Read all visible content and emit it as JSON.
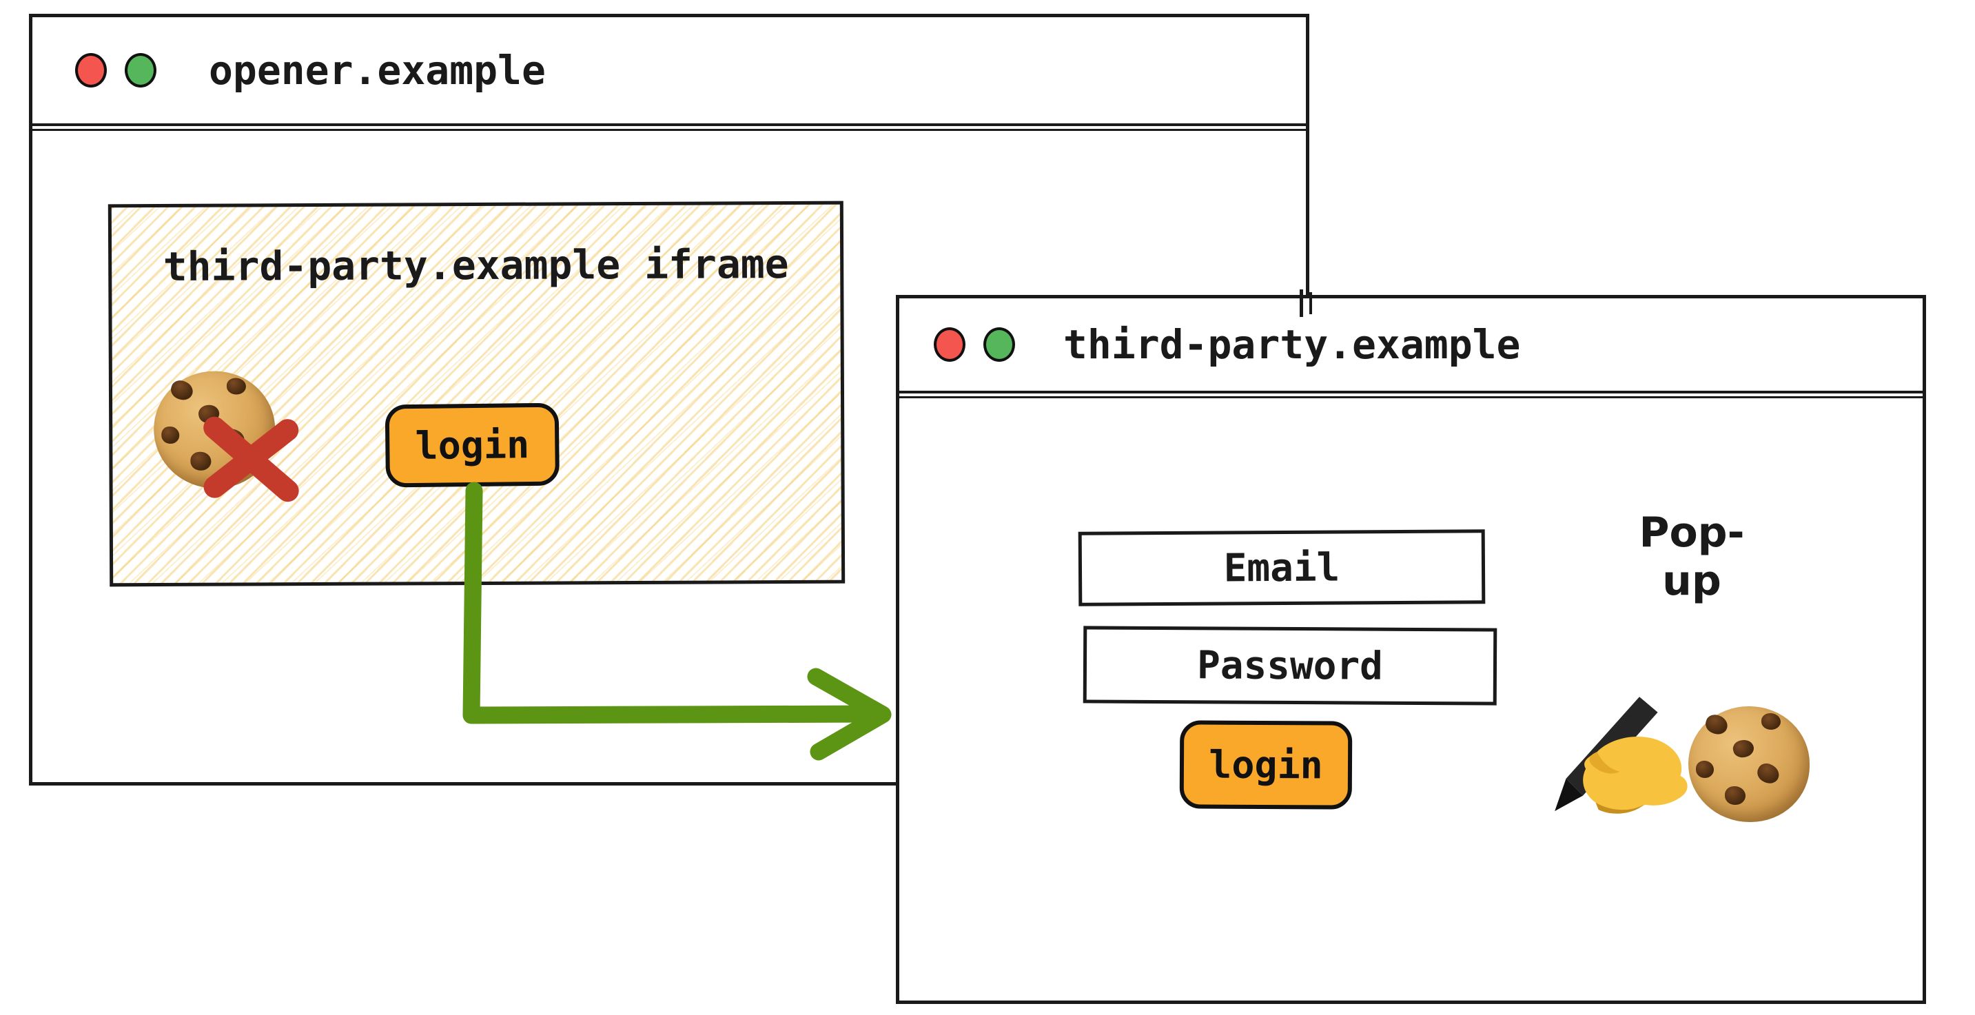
{
  "colors": {
    "ink": "#1a1a1a",
    "button_orange": "#f9a82a",
    "arrow_green": "#5c9414",
    "traffic_dot_red": "#f4554f",
    "traffic_dot_green": "#56b65c",
    "blocked_cross_red": "#c43b2c",
    "hatch_fill": "#f3c968"
  },
  "opener_window": {
    "title": "opener.example",
    "iframe": {
      "label": "third-party.example iframe",
      "login_button_label": "login",
      "cookie_icon": "cookie-icon",
      "blocked_icon": "blocked-cross-icon"
    }
  },
  "arrow": {
    "meaning": "login click opens pop-up",
    "color": "#5c9414"
  },
  "popup_window": {
    "title": "third-party.example",
    "popup_label": "Pop-up",
    "email_field_label": "Email",
    "password_field_label": "Password",
    "login_button_label": "login",
    "writing_hand_icon": "writing-hand-icon",
    "cookie_icon": "cookie-icon"
  }
}
